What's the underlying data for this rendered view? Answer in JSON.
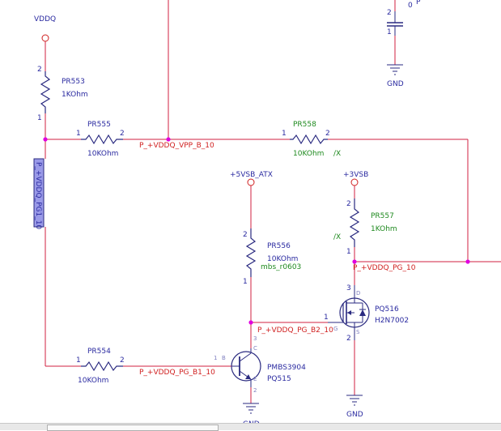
{
  "power": {
    "vddq": "VDDQ",
    "vsb5": "+5VSB_ATX",
    "vsb3": "+3VSB",
    "gnd_top": "GND",
    "gnd_q": "GND",
    "gnd_bjt": "GND"
  },
  "nets": {
    "vpp_b": "P_+VDDQ_VPP_B_10",
    "pg_vertical": "P_+VDDQ_PG1_10",
    "pg": "P_+VDDQ_PG_10",
    "pg_b2": "P_+VDDQ_PG_B2_10",
    "pg_b1": "P_+VDDQ_PG_B1_10"
  },
  "parts": {
    "pr553": {
      "ref": "PR553",
      "value": "1KOhm",
      "pin_top": "2",
      "pin_bottom": "1"
    },
    "pr555": {
      "ref": "PR555",
      "value": "10KOhm",
      "pin_left": "1",
      "pin_right": "2"
    },
    "pr558": {
      "ref": "PR558",
      "value": "10KOhm",
      "suffix": "/X",
      "pin_left": "1",
      "pin_right": "2"
    },
    "pr556": {
      "ref": "PR556",
      "value": "10KOhm",
      "footprint": "mbs_r0603",
      "pin_top": "2",
      "pin_bottom": "1"
    },
    "pr557": {
      "ref": "PR557",
      "value": "1KOhm",
      "suffix": "/X",
      "pin_top": "2",
      "pin_bottom": "1"
    },
    "pr554": {
      "ref": "PR554",
      "value": "10KOhm",
      "pin_left": "1",
      "pin_right": "2"
    },
    "pq516": {
      "ref": "PQ516",
      "value": "H2N7002",
      "pin_d": "3",
      "pin_g": "1",
      "pin_s": "2",
      "lbl_d": "D",
      "lbl_g": "G",
      "lbl_s": "S"
    },
    "pq515": {
      "ref": "PQ515",
      "value": "PMBS3904",
      "pin_b": "1",
      "pin_c": "3",
      "pin_e": "2",
      "lbl_b": "B",
      "lbl_c": "C",
      "lbl_e": "E"
    },
    "cap": {
      "pin_top": "2",
      "pin_bottom": "1",
      "partial1": "0",
      "partial2": "P"
    }
  },
  "colors": {
    "wire": "#d02040",
    "part": "#2a2a80",
    "net_label": "#d02020",
    "ref": "#2a2aa0",
    "value_green": "#1f8a1f",
    "junction": "#e000e0",
    "power_circle": "#d02020",
    "net_box_fill": "#9a9ae8"
  }
}
